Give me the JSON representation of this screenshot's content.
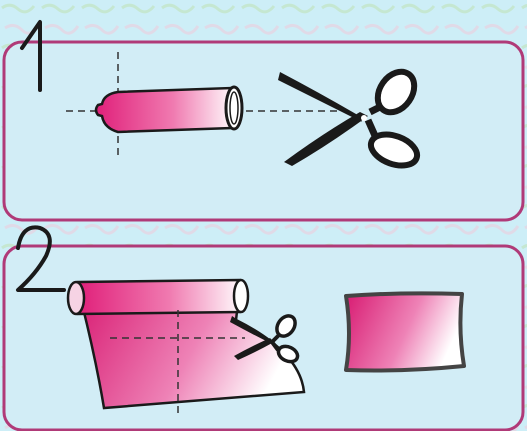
{
  "steps": [
    {
      "number": "1",
      "shows": [
        "condom-tube",
        "scissors-icon",
        "cut-guide-lines"
      ]
    },
    {
      "number": "2",
      "shows": [
        "unrolled-sheet",
        "scissors-icon",
        "cut-guide-lines",
        "cut-square-result"
      ]
    }
  ],
  "colors": {
    "background": "#c9ebf5",
    "panel_border": "#b03a78",
    "panel_fill": "#d4eef6",
    "magenta": "#e0207a",
    "outline": "#1a1a1a"
  }
}
